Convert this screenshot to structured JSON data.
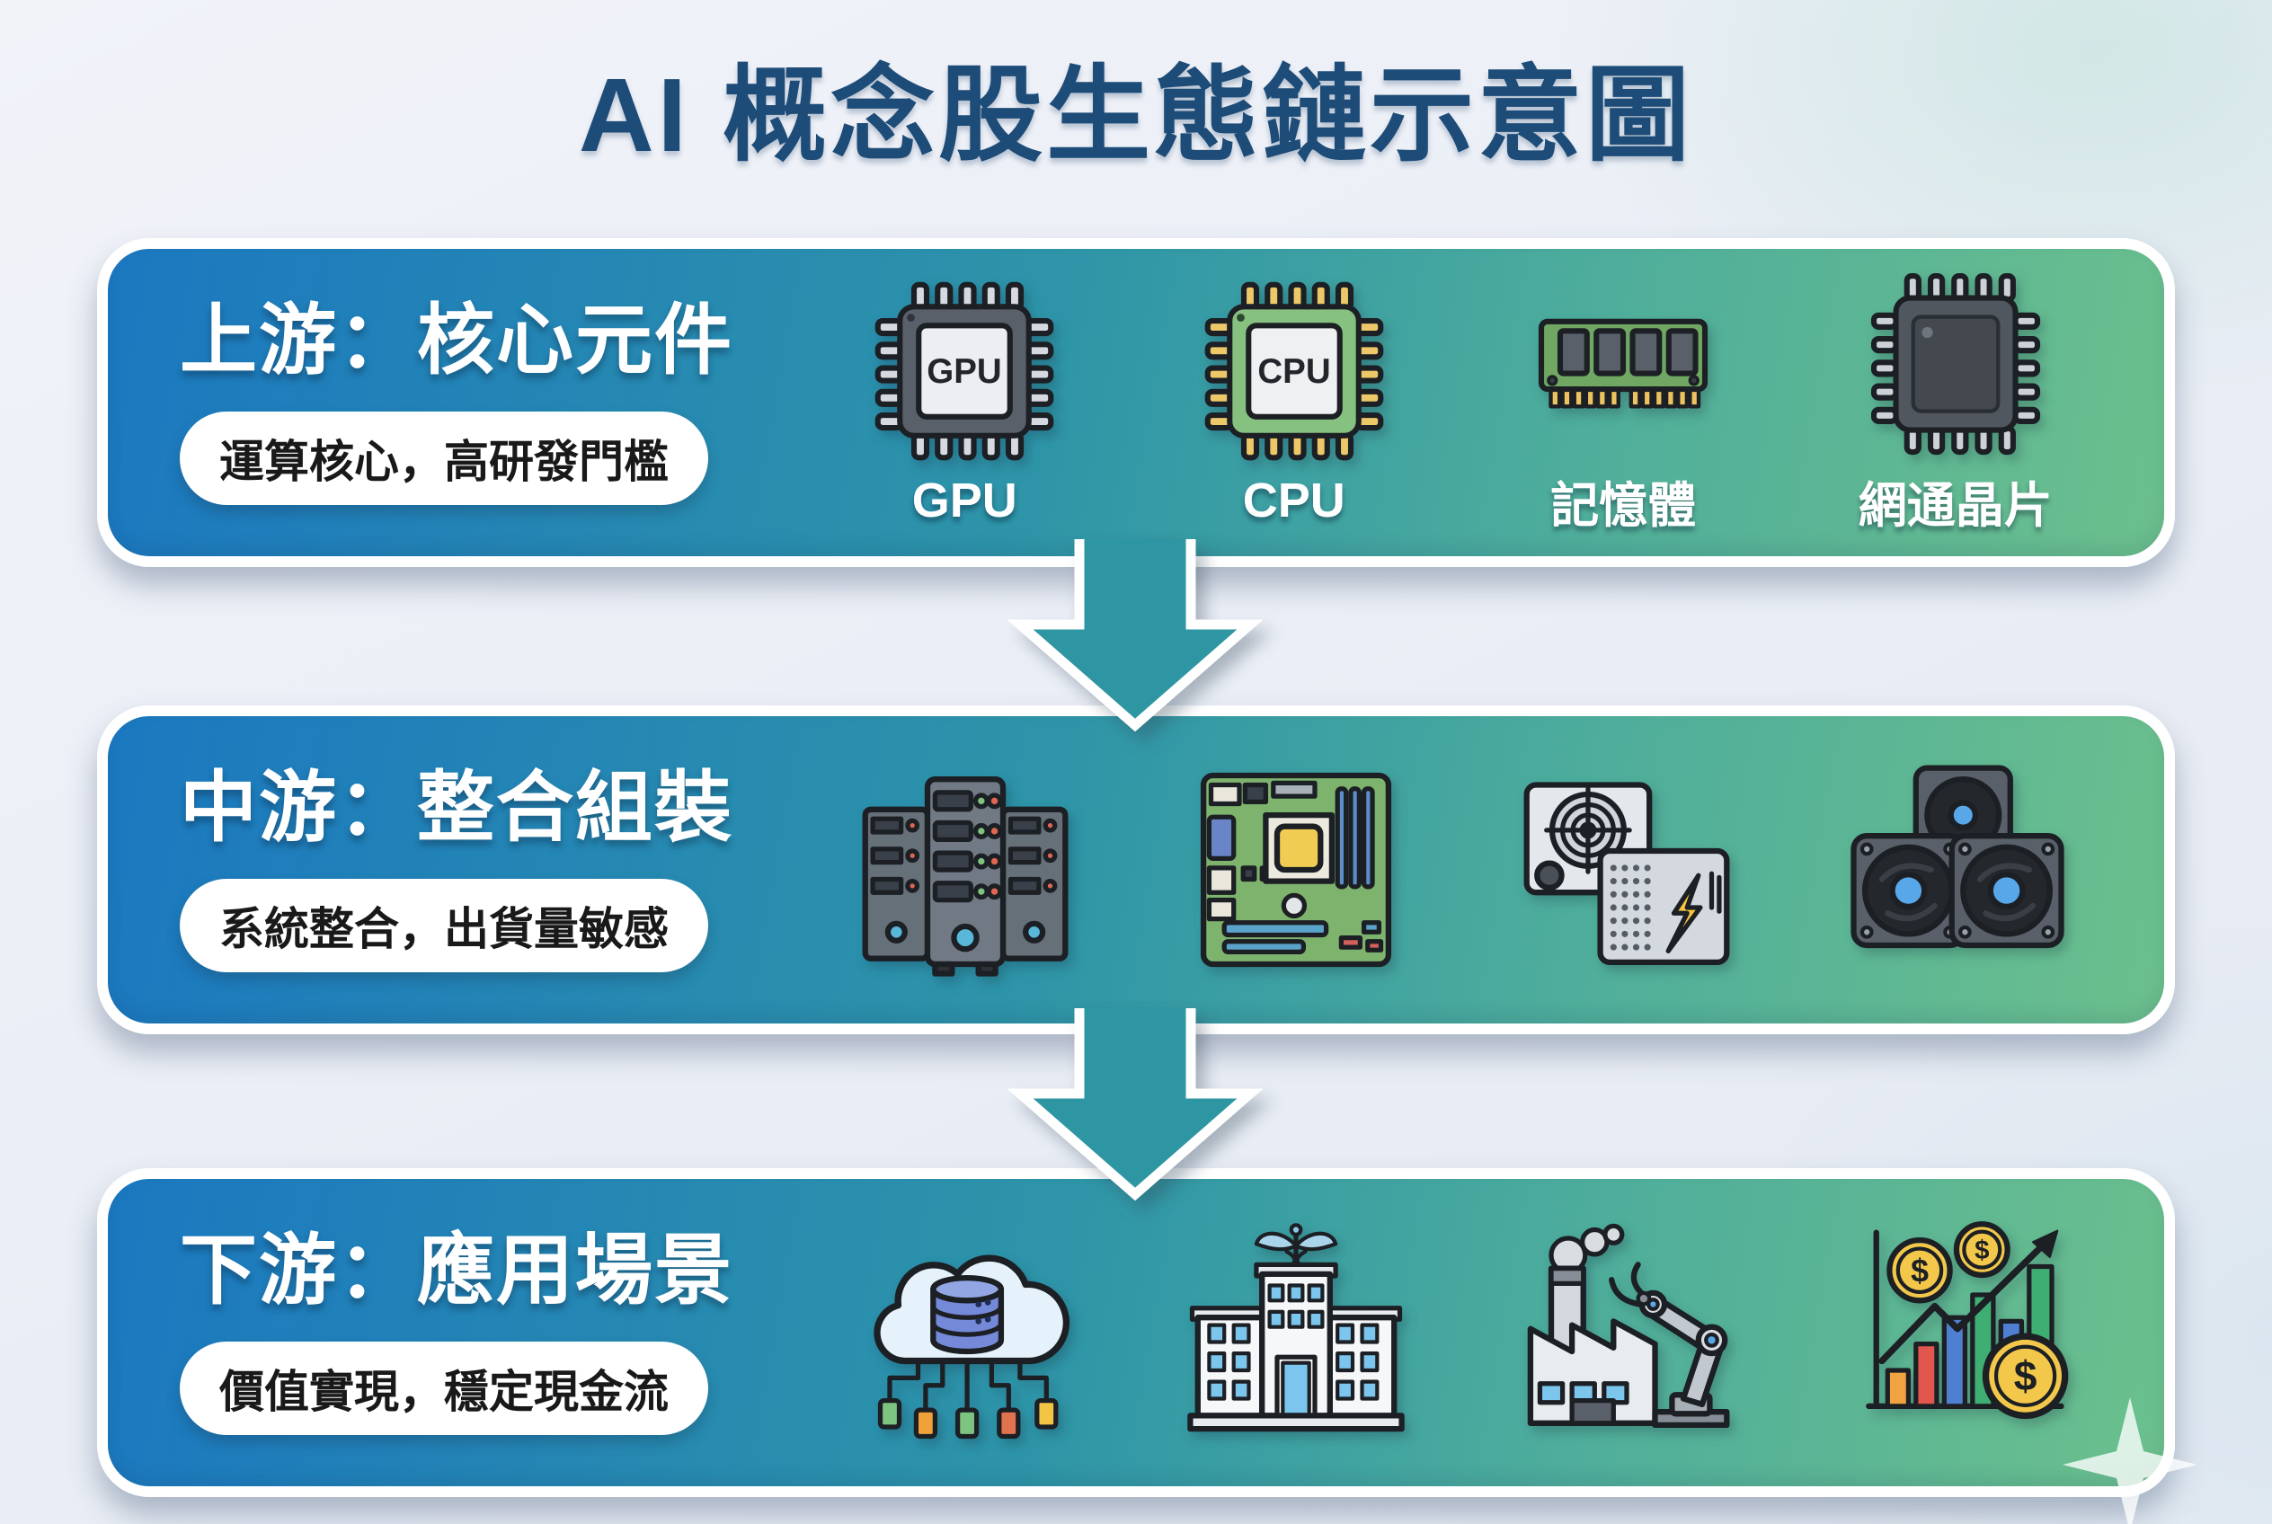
{
  "title": "AI 概念股生態鏈示意圖",
  "bands": [
    {
      "id": "upstream",
      "heading": "上游：核心元件",
      "subtitle": "運算核心，高研發門檻",
      "items": [
        {
          "icon": "gpu-chip-icon",
          "label": "GPU",
          "chip_text": "GPU"
        },
        {
          "icon": "cpu-chip-icon",
          "label": "CPU",
          "chip_text": "CPU"
        },
        {
          "icon": "memory-module-icon",
          "label": "記憶體"
        },
        {
          "icon": "network-chip-icon",
          "label": "網通晶片"
        }
      ]
    },
    {
      "id": "midstream",
      "heading": "中游：整合組裝",
      "subtitle": "系統整合，出貨量敏感",
      "items": [
        {
          "icon": "server-rack-icon"
        },
        {
          "icon": "motherboard-icon"
        },
        {
          "icon": "power-supply-icon"
        },
        {
          "icon": "cooling-fans-icon"
        }
      ]
    },
    {
      "id": "downstream",
      "heading": "下游：應用場景",
      "subtitle": "價值實現，穩定現金流",
      "items": [
        {
          "icon": "cloud-computing-icon"
        },
        {
          "icon": "hospital-icon"
        },
        {
          "icon": "smart-factory-icon"
        },
        {
          "icon": "finance-chart-icon"
        }
      ]
    }
  ],
  "icons": {
    "dollar_sign": "$"
  },
  "connectors": [
    {
      "name": "arrow-upstream-to-midstream",
      "direction": "down"
    },
    {
      "name": "arrow-midstream-to-downstream",
      "direction": "down"
    }
  ],
  "colors": {
    "title_text": "#1d4c78",
    "band_gradient_start": "#1b78c0",
    "band_gradient_mid": "#2e95a8",
    "band_gradient_end": "#6cc08d",
    "arrow_fill": "#2e95a2",
    "pill_background": "#ffffff",
    "pill_text": "#191919",
    "background": "#e9edf5"
  }
}
